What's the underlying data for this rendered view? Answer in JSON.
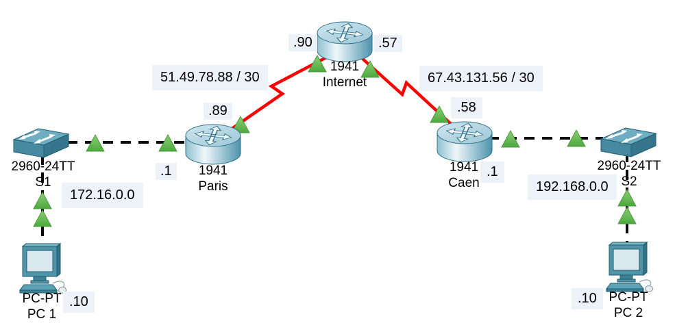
{
  "devices": [
    {
      "model": "1941",
      "name": "Internet",
      "type": "router"
    },
    {
      "model": "1941",
      "name": "Paris",
      "type": "router"
    },
    {
      "model": "1941",
      "name": "Caen",
      "type": "router"
    },
    {
      "model": "2960-24TT",
      "name": "S1",
      "type": "switch"
    },
    {
      "model": "2960-24TT",
      "name": "S2",
      "type": "switch"
    },
    {
      "model": "PC-PT",
      "name": "PC 1",
      "type": "pc"
    },
    {
      "model": "PC-PT",
      "name": "PC 2",
      "type": "pc"
    }
  ],
  "notes": [
    {
      "id": "wan1-subnet",
      "text": "51.49.78.88 / 30"
    },
    {
      "id": "wan2-subnet",
      "text": "67.43.131.56 / 30"
    },
    {
      "id": "internet-left-ip",
      "text": ".90"
    },
    {
      "id": "internet-right-ip",
      "text": ".57"
    },
    {
      "id": "paris-serial-ip",
      "text": ".89"
    },
    {
      "id": "caen-serial-ip",
      "text": ".58"
    },
    {
      "id": "paris-lan-ip",
      "text": ".1"
    },
    {
      "id": "caen-lan-ip",
      "text": ".1"
    },
    {
      "id": "lan1-subnet",
      "text": "172.16.0.0"
    },
    {
      "id": "lan2-subnet",
      "text": "192.168.0.0"
    },
    {
      "id": "pc1-ip",
      "text": ".10"
    },
    {
      "id": "pc2-ip",
      "text": ".10"
    }
  ],
  "colors": {
    "serial_link": "#ff0000",
    "copper_link": "#0a0a0a",
    "status_up_green": "#5fbb4e",
    "device_teal": "#4e95aa",
    "note_background": "#edf1f8"
  }
}
